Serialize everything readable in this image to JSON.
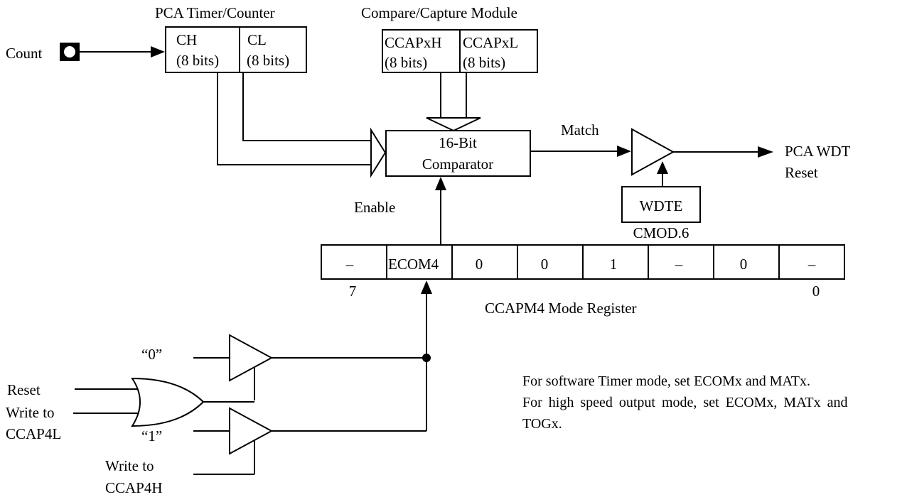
{
  "count_input": {
    "label": "Count"
  },
  "timer": {
    "title": "PCA Timer/Counter",
    "ch": {
      "name": "CH",
      "bits": "(8 bits)"
    },
    "cl": {
      "name": "CL",
      "bits": "(8 bits)"
    }
  },
  "capture": {
    "title": "Compare/Capture Module",
    "high": {
      "name": "CCAPxH",
      "bits": "(8 bits)"
    },
    "low": {
      "name": "CCAPxL",
      "bits": "(8 bits)"
    }
  },
  "comparator": {
    "line1": "16-Bit",
    "line2": "Comparator"
  },
  "match_label": "Match",
  "output": {
    "line1": "PCA WDT",
    "line2": "Reset"
  },
  "wdte": {
    "label": "WDTE",
    "source": "CMOD.6"
  },
  "enable_label": "Enable",
  "register": {
    "name": "CCAPM4 Mode Register",
    "bits": [
      "–",
      "ECOM4",
      "0",
      "0",
      "1",
      "–",
      "0",
      "–"
    ],
    "msb_index": "7",
    "lsb_index": "0"
  },
  "logic": {
    "zero_label": "“0”",
    "one_label": "“1”",
    "reset_label": "Reset",
    "write_l_line1": "Write to",
    "write_l_line2": "CCAP4L",
    "write_h_line1": "Write to",
    "write_h_line2": "CCAP4H"
  },
  "note": {
    "line1": "For software Timer mode, set ECOMx and MATx.",
    "line2": "For high speed output mode, set ECOMx, MATx and",
    "line3": "TOGx."
  }
}
